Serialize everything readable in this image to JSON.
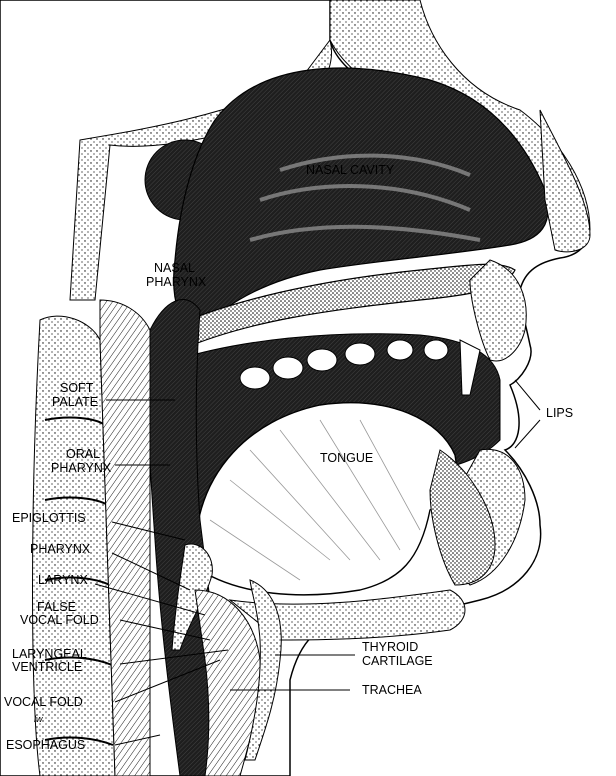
{
  "labels": {
    "nasal_cavity": "NASAL CAVITY",
    "nasal_pharynx_1": "NASAL",
    "nasal_pharynx_2": "PHARYNX",
    "soft_palate_1": "SOFT",
    "soft_palate_2": "PALATE",
    "oral_pharynx_1": "ORAL",
    "oral_pharynx_2": "PHARYNX",
    "epiglottis": "EPIGLOTTIS",
    "pharynx": "PHARYNX",
    "larynx": "LARYNX",
    "false_vocal_fold_1": "FALSE",
    "false_vocal_fold_2": "VOCAL FOLD",
    "laryngeal_ventricle_1": "LARYNGEAL",
    "laryngeal_ventricle_2": "VENTRICLE",
    "vocal_fold": "VOCAL FOLD",
    "esophagus": "ESOPHAGUS",
    "tongue": "TONGUE",
    "lips": "LIPS",
    "thyroid_cartilage_1": "THYROID",
    "thyroid_cartilage_2": "CARTILAGE",
    "trachea": "TRACHEA"
  },
  "signature": "lw",
  "colors": {
    "ink": "#000000",
    "paper": "#ffffff",
    "shade": "#2a2a2a"
  }
}
